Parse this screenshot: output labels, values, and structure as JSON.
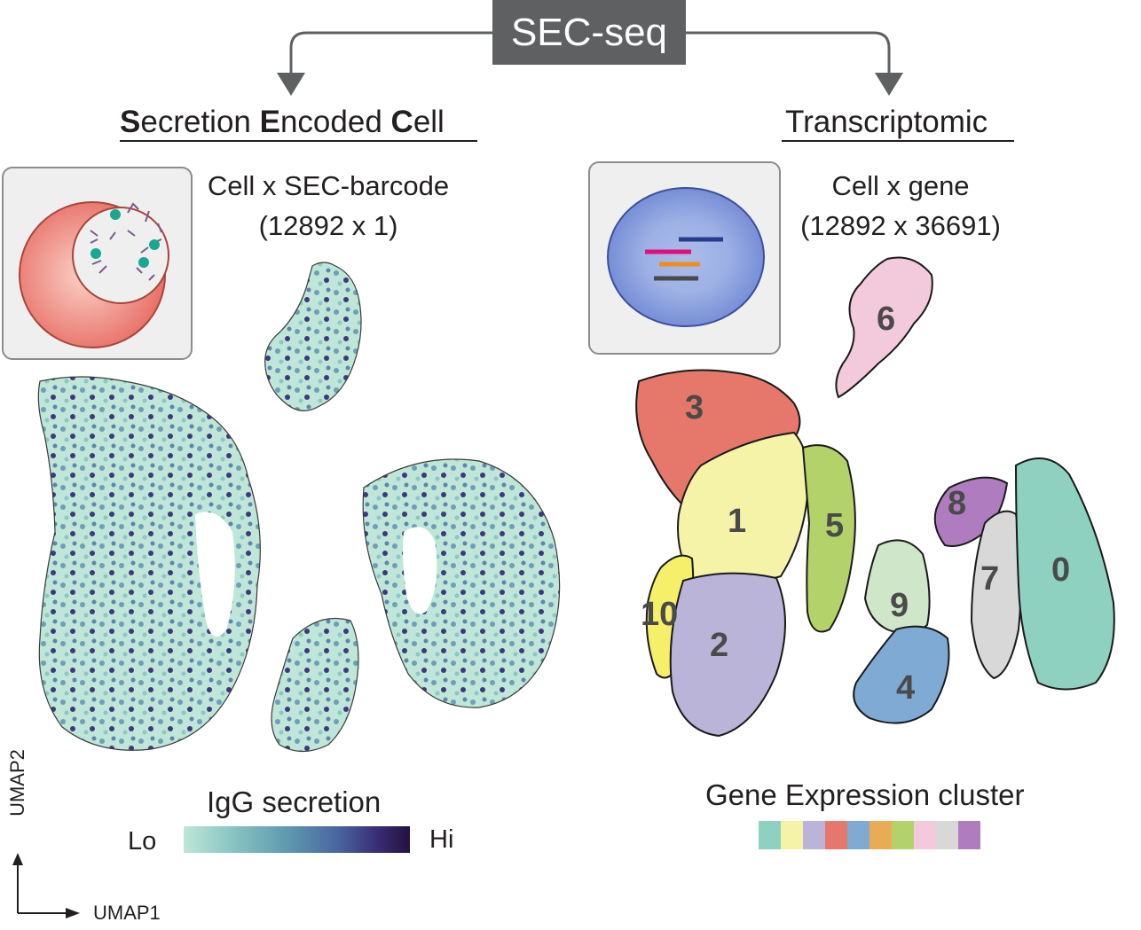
{
  "title": "SEC-seq",
  "left": {
    "heading_bold_S": "S",
    "heading_rest_1": "ecretion ",
    "heading_bold_E": "E",
    "heading_rest_2": "ncoded ",
    "heading_bold_C": "C",
    "heading_rest_3": "ell",
    "matrix_label": "Cell x SEC-barcode",
    "matrix_dims": "(12892 x 1)",
    "legend_title": "IgG secretion",
    "legend_low": "Lo",
    "legend_high": "Hi"
  },
  "right": {
    "heading": "Transcriptomic",
    "matrix_label": "Cell x gene",
    "matrix_dims": "(12892 x 36691)",
    "legend_title": "Gene Expression cluster",
    "cluster_labels": [
      "0",
      "1",
      "2",
      "3",
      "4",
      "5",
      "6",
      "7",
      "8",
      "9",
      "10"
    ]
  },
  "axes": {
    "y_label": "UMAP2",
    "x_label": "UMAP1"
  },
  "colors": {
    "title_bg": "#5f6062",
    "cluster_swatches": [
      "#8fd1c1",
      "#f5f3a8",
      "#b9b4d8",
      "#e5776b",
      "#7eaad3",
      "#eaaa56",
      "#b3d36a",
      "#f3c9dc",
      "#d8d8d8",
      "#b07cc0"
    ],
    "gradient_low": "#bfe6d8",
    "gradient_high": "#24123e"
  }
}
